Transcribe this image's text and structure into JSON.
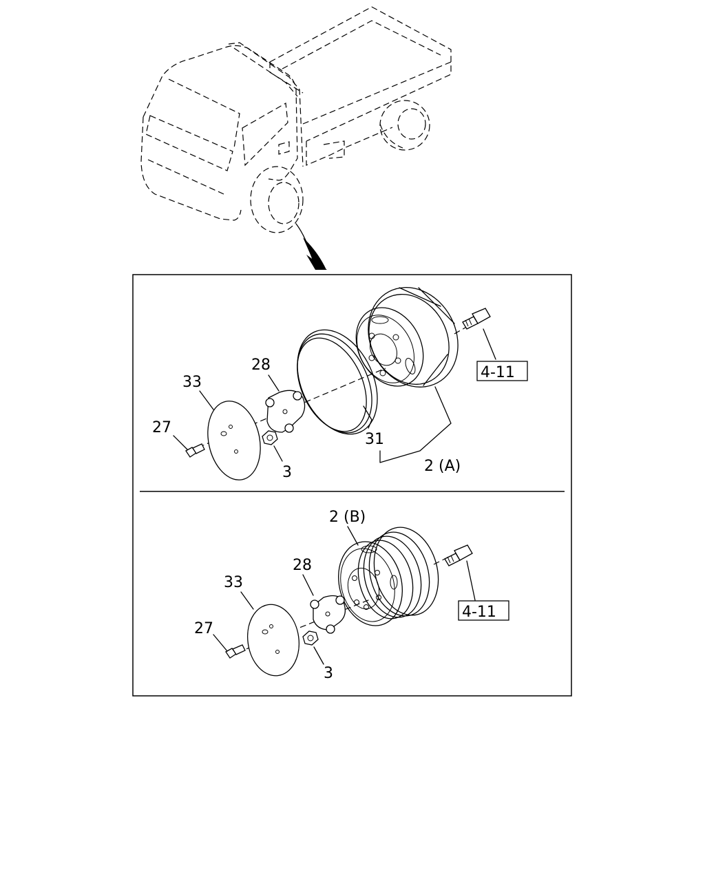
{
  "panel_a": {
    "labels": {
      "p33": "33",
      "p28": "28",
      "p27": "27",
      "p3": "3",
      "p31": "31",
      "p2": "2 (A)",
      "ref": "4-11"
    }
  },
  "panel_b": {
    "labels": {
      "p2": "2 (B)",
      "p28": "28",
      "p33": "33",
      "p27": "27",
      "p3": "3",
      "ref": "4-11"
    }
  }
}
